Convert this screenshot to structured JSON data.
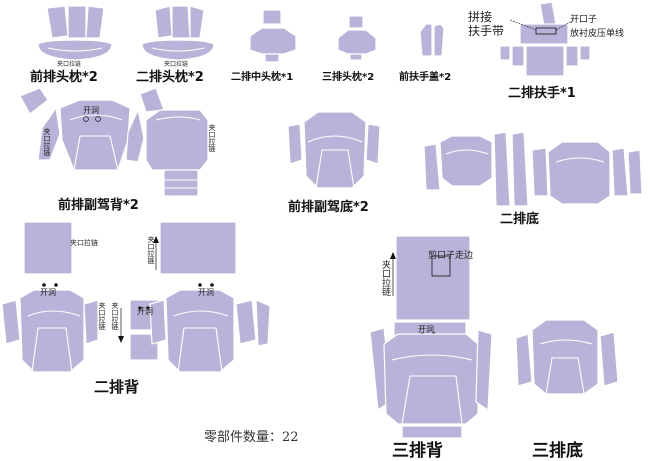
{
  "labels": {
    "front_headrest": "前排头枕*2",
    "second_headrest": "二排头枕*2",
    "second_mid_headrest": "二排中头枕*1",
    "third_headrest": "三排头枕*2",
    "front_armrest_cover": "前扶手盖*2",
    "second_armrest": "二排扶手*1",
    "front_passenger_back": "前排副驾背*2",
    "front_passenger_base": "前排副驾底*2",
    "second_base": "二排底",
    "second_back": "二排背",
    "third_back": "三排背",
    "third_base": "三排底",
    "part_count": "零部件数量：22"
  },
  "notes": {
    "clip_zipper": "夹口拉链",
    "vent": "开洞",
    "splice": "拼接",
    "armrest_strap": "扶手带",
    "open_slot": "开口子",
    "leather_stitch": "放衬皮压单线",
    "cut_slot_edge": "剪口子走边"
  },
  "colors": {
    "piece_fill": "#b9b3d9",
    "seam": "#ffffff",
    "text": "#111111"
  }
}
